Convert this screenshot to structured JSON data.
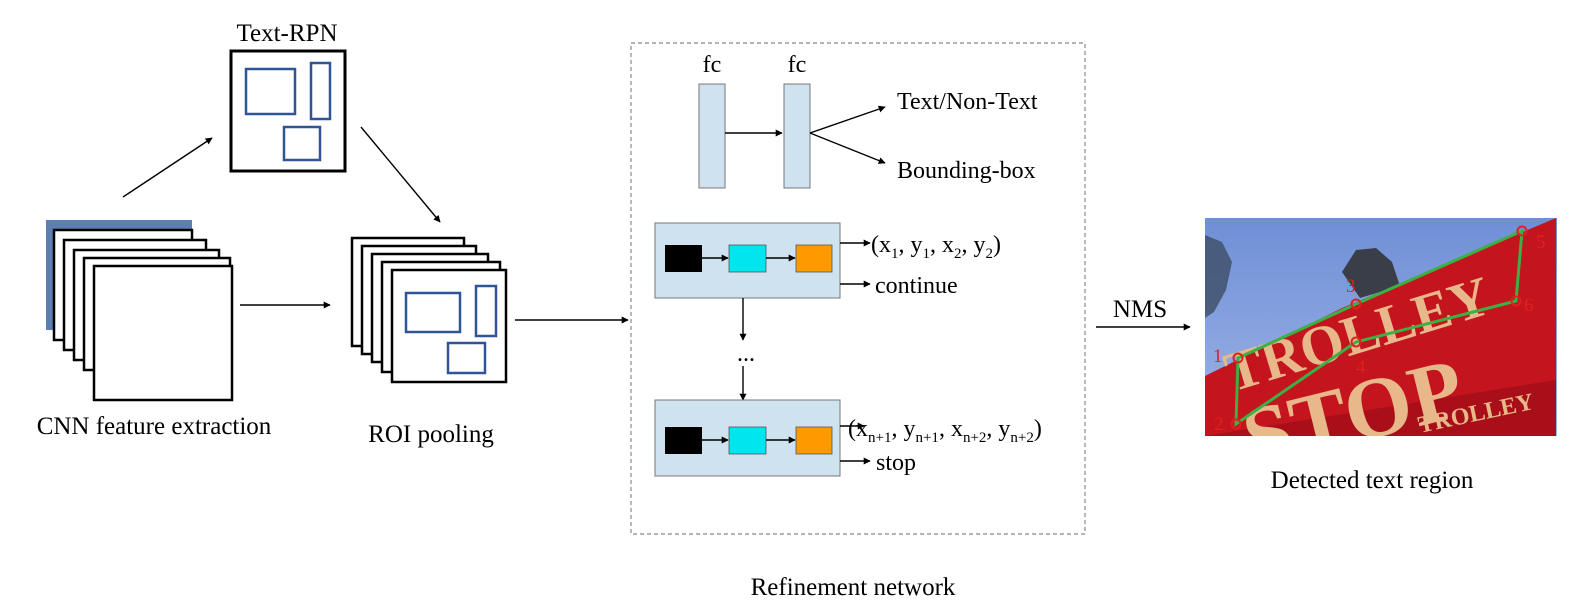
{
  "stages": {
    "text_rpn": "Text-RPN",
    "cnn": "CNN feature extraction",
    "roi": "ROI pooling",
    "refinement": "Refinement network",
    "detected": "Detected text region"
  },
  "refinement": {
    "fc1": "fc",
    "fc2": "fc",
    "out_class": "Text/Non-Text",
    "out_bbox": "Bounding-box",
    "step1": {
      "open": "(x",
      "s1": "1",
      "m1": ", y",
      "s2": "1",
      "m2": ", x",
      "s3": "2",
      "m3": ", y",
      "s4": "2",
      "close": ")",
      "signal": "continue"
    },
    "ellipsis": "...",
    "step_n": {
      "open": "(x",
      "s1": "n+1",
      "m1": ", y",
      "s2": "n+1",
      "m2": ", x",
      "s3": "n+2",
      "m3": ", y",
      "s4": "n+2",
      "close": ")",
      "signal": "stop"
    },
    "block_colors": [
      "#000000",
      "#00e5ee",
      "#ff9900"
    ],
    "panel_color": "#cfe2f0"
  },
  "nms_label": "NMS",
  "photo": {
    "sign_word1": "TROLLEY",
    "sign_word2": "STOP",
    "sign_word3": "TROLLEY",
    "points": [
      "1",
      "2",
      "3",
      "4",
      "5",
      "6"
    ],
    "polygon_color": "#3cb043",
    "point_color": "#e02020"
  }
}
